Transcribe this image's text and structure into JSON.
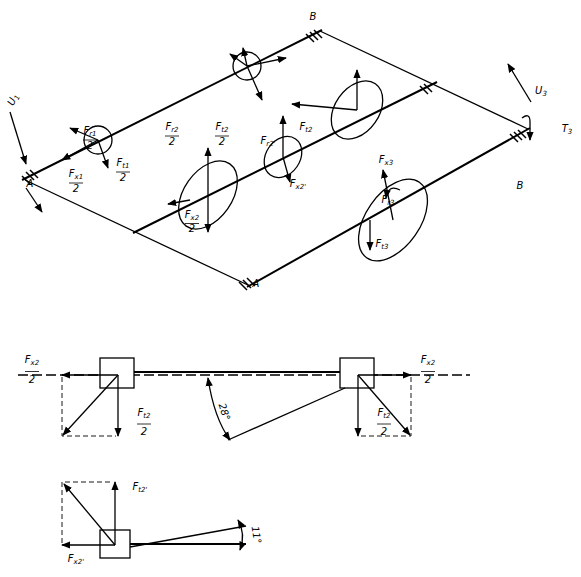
{
  "diagram": {
    "labels": [
      "B",
      "U1",
      "A",
      "Fr1",
      "2",
      "Ft1",
      "2",
      "Fx1",
      "2",
      "Fr2",
      "2",
      "Ft2",
      "2",
      "Fx2",
      "2",
      "Fr2'",
      "Ft2",
      "Fx2'",
      "Fx3",
      "Fr3",
      "Ft3",
      "U3",
      "T3",
      "B",
      "A",
      "Fx2",
      "2",
      "Fx2",
      "2",
      "28°",
      "Ft2",
      "2",
      "Ft2",
      "2",
      "Ft2'",
      "Fx2'",
      "11°"
    ]
  }
}
